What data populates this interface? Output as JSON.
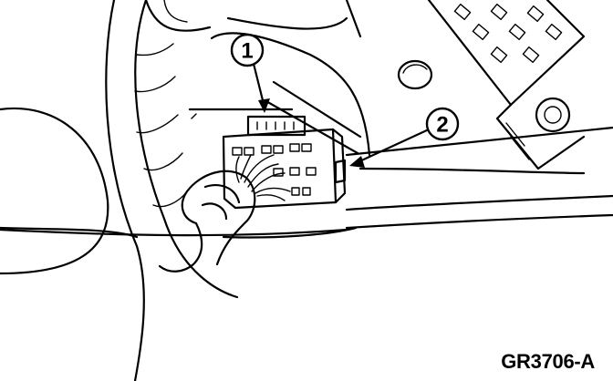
{
  "callouts": [
    {
      "number": "1"
    },
    {
      "number": "2"
    }
  ],
  "figure_code": "GR3706-A",
  "colors": {
    "line": "#000000",
    "background": "#ffffff"
  }
}
